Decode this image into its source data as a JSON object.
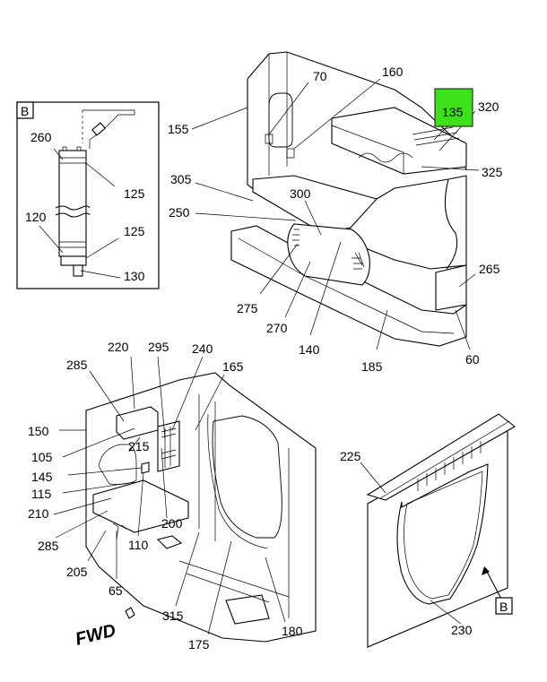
{
  "callouts": [
    {
      "id": "c70",
      "text": "70"
    },
    {
      "id": "c160",
      "text": "160"
    },
    {
      "id": "c135",
      "text": "135"
    },
    {
      "id": "c320",
      "text": "320"
    },
    {
      "id": "c155",
      "text": "155"
    },
    {
      "id": "c325",
      "text": "325"
    },
    {
      "id": "c305",
      "text": "305"
    },
    {
      "id": "c300",
      "text": "300"
    },
    {
      "id": "c250",
      "text": "250"
    },
    {
      "id": "c265",
      "text": "265"
    },
    {
      "id": "c275",
      "text": "275"
    },
    {
      "id": "c270",
      "text": "270"
    },
    {
      "id": "c140",
      "text": "140"
    },
    {
      "id": "c185",
      "text": "185"
    },
    {
      "id": "c60",
      "text": "60"
    },
    {
      "id": "c260",
      "text": "260"
    },
    {
      "id": "c125a",
      "text": "125"
    },
    {
      "id": "c120",
      "text": "120"
    },
    {
      "id": "c125b",
      "text": "125"
    },
    {
      "id": "c130",
      "text": "130"
    },
    {
      "id": "c220",
      "text": "220"
    },
    {
      "id": "c295",
      "text": "295"
    },
    {
      "id": "c240",
      "text": "240"
    },
    {
      "id": "c285a",
      "text": "285"
    },
    {
      "id": "c165",
      "text": "165"
    },
    {
      "id": "c150",
      "text": "150"
    },
    {
      "id": "c105",
      "text": "105"
    },
    {
      "id": "c215",
      "text": "215"
    },
    {
      "id": "c145",
      "text": "145"
    },
    {
      "id": "c115",
      "text": "115"
    },
    {
      "id": "c210",
      "text": "210"
    },
    {
      "id": "c200",
      "text": "200"
    },
    {
      "id": "c285b",
      "text": "285"
    },
    {
      "id": "c110",
      "text": "110"
    },
    {
      "id": "c205",
      "text": "205"
    },
    {
      "id": "c65",
      "text": "65"
    },
    {
      "id": "c315",
      "text": "315"
    },
    {
      "id": "c175",
      "text": "175"
    },
    {
      "id": "c180",
      "text": "180"
    },
    {
      "id": "c225",
      "text": "225"
    },
    {
      "id": "c230",
      "text": "230"
    }
  ],
  "detail_box_label": "B",
  "view_marker_label": "B",
  "fwd_label": "FWD",
  "highlight_color": "#3ee21a"
}
